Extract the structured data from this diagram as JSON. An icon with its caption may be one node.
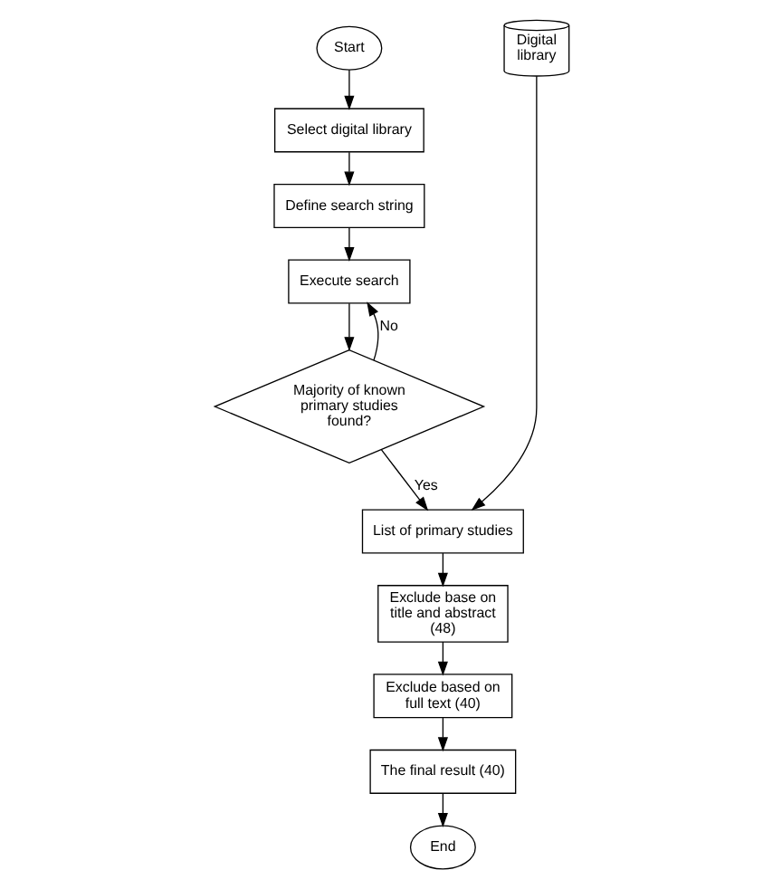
{
  "diagram": {
    "nodes": [
      {
        "text": [
          "Start"
        ]
      },
      {
        "text": [
          "Select digital library"
        ]
      },
      {
        "text": [
          "Define search string"
        ]
      },
      {
        "text": [
          "Execute search"
        ]
      },
      {
        "text": [
          "Majority of known primary studies found?"
        ]
      },
      {
        "text": [
          "Digital library"
        ]
      },
      {
        "text": [
          "List of primary studies"
        ]
      },
      {
        "text": [
          "Exclude base on title and abstract (48)"
        ]
      },
      {
        "text": [
          "Exclude based on full text (40)"
        ]
      },
      {
        "text": [
          "The final result (40)"
        ]
      },
      {
        "text": [
          "End"
        ]
      }
    ],
    "edges": [
      {
        "from": 0,
        "to": 1,
        "arrow": "to"
      },
      {
        "from": 1,
        "to": 2,
        "arrow": "to"
      },
      {
        "from": 2,
        "to": 3,
        "arrow": "to"
      },
      {
        "from": 3,
        "to": 4,
        "arrow": "to"
      },
      {
        "from": 4,
        "to": 3,
        "arrow": "to",
        "label": "No"
      },
      {
        "from": 4,
        "to": 6,
        "arrow": "to",
        "label": "Yes"
      },
      {
        "from": 5,
        "to": 6,
        "arrow": "to"
      },
      {
        "from": 6,
        "to": 7,
        "arrow": "to"
      },
      {
        "from": 7,
        "to": 8,
        "arrow": "to"
      },
      {
        "from": 8,
        "to": 9,
        "arrow": "to"
      },
      {
        "from": 9,
        "to": 10,
        "arrow": "to"
      }
    ]
  }
}
